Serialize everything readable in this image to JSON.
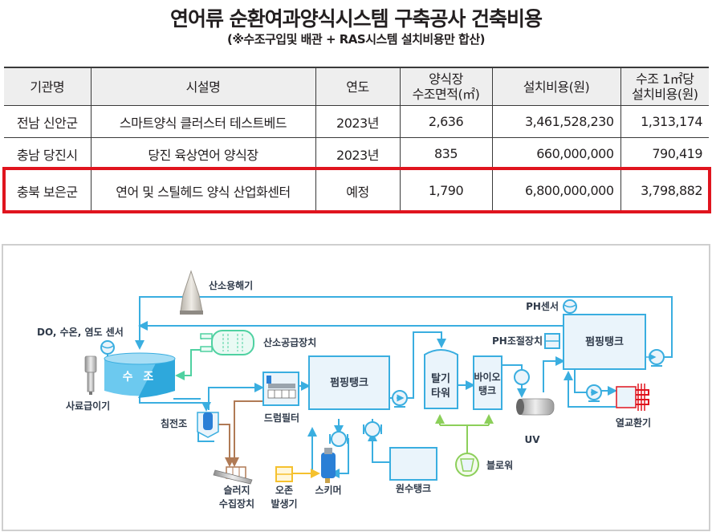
{
  "title": "연어류 순환여과양식시스템 구축공사 건축비용",
  "subtitle": "(※수조구입및 배관 + RAS시스템 설치비용만 합산)",
  "table": {
    "headers": [
      "기관명",
      "시설명",
      "연도",
      "양식장",
      "수조면적(㎡)",
      "설치비용(원)",
      "수조 1㎡당",
      "설치비용(원)"
    ],
    "rows": [
      {
        "org": "전남 신안군",
        "facility": "스마트양식 클러스터 테스트베드",
        "year": "2023년",
        "area": "2,636",
        "cost": "3,461,528,230",
        "per_m2": "1,313,174"
      },
      {
        "org": "충남 당진시",
        "facility": "당진 육상연어 양식장",
        "year": "2023년",
        "area": "835",
        "cost": "660,000,000",
        "per_m2": "790,419"
      },
      {
        "org": "충북 보은군",
        "facility": "연어 및 스틸헤드 양식 산업화센터",
        "year": "예정",
        "area": "1,790",
        "cost": "6,800,000,000",
        "per_m2": "3,798,882"
      }
    ],
    "highlight_row": 2,
    "highlight_color": "#e0141e"
  },
  "diagram": {
    "colors": {
      "water": "#3aaee0",
      "oxygen": "#4fd1a1",
      "air": "#8ccf5a",
      "sludge": "#b07a55",
      "ozone": "#f5c12e",
      "heat": "#e0141e",
      "tank_fill": "#eaf4fb",
      "text": "#2f3a4a"
    },
    "labels": {
      "oxygen_dissolver": "산소용해기",
      "sensor": "DO, 수온, 염도 센서",
      "oxygen_supply": "산소공급장치",
      "tank": "수 조",
      "feeder": "사료급이기",
      "settling": "침전조",
      "sludge_1": "슬러지",
      "sludge_2": "수집장치",
      "drum_filter": "드럼필터",
      "pumping_tank_1": "펌핑탱크",
      "ozone_1": "오존",
      "ozone_2": "발생기",
      "skimmer": "스키머",
      "raw_water_tank": "원수탱크",
      "degas_1": "탈기",
      "degas_2": "타워",
      "bio_1": "바이오",
      "bio_2": "탱크",
      "blower": "블로워",
      "uv": "UV",
      "ph_sensor": "PH센서",
      "ph_control": "PH조절장치",
      "pumping_tank_2": "펌핑탱크",
      "heat_exchanger": "열교환기"
    }
  }
}
